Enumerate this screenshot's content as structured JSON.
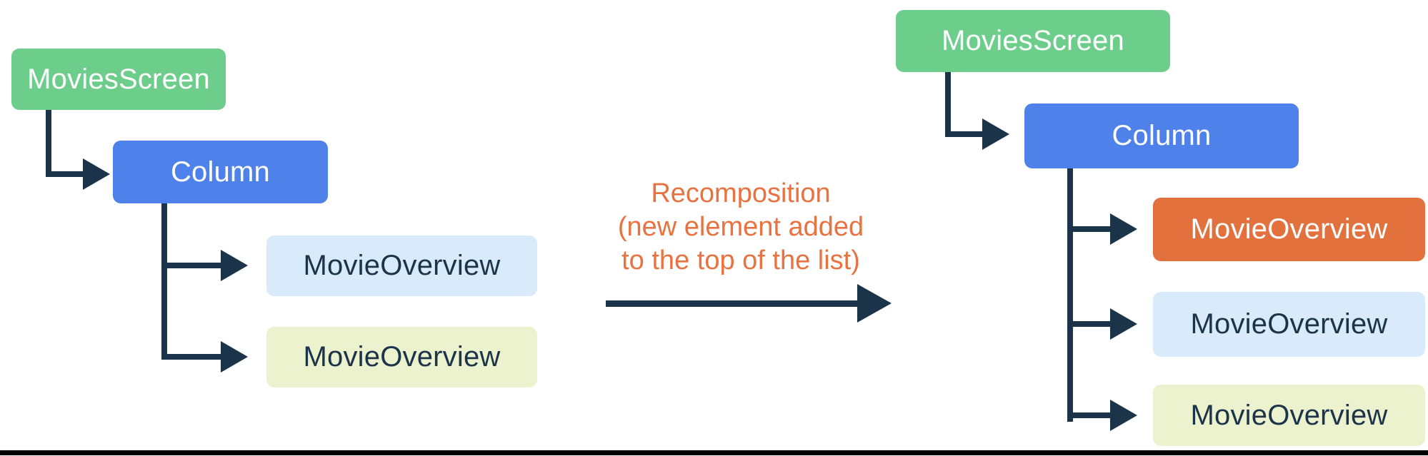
{
  "colors": {
    "green": "#6DCE8B",
    "blue": "#4E81E9",
    "light-blue": "#D9EBFA",
    "light-yellow": "#ECF1CE",
    "orange": "#E2713E",
    "orange-text": "#E87240",
    "navy": "#1C3449",
    "white-text": "#FFFFFF",
    "divider": "#000000"
  },
  "left_tree": {
    "root": {
      "label": "MoviesScreen"
    },
    "column": {
      "label": "Column"
    },
    "children": [
      {
        "label": "MovieOverview",
        "variant": "light-blue"
      },
      {
        "label": "MovieOverview",
        "variant": "light-yellow"
      }
    ]
  },
  "right_tree": {
    "root": {
      "label": "MoviesScreen"
    },
    "column": {
      "label": "Column"
    },
    "children": [
      {
        "label": "MovieOverview",
        "variant": "orange"
      },
      {
        "label": "MovieOverview",
        "variant": "light-blue"
      },
      {
        "label": "MovieOverview",
        "variant": "light-yellow"
      }
    ]
  },
  "center": {
    "label_line1": "Recomposition",
    "label_line2": "(new element added",
    "label_line3": "to the top of the list)"
  }
}
